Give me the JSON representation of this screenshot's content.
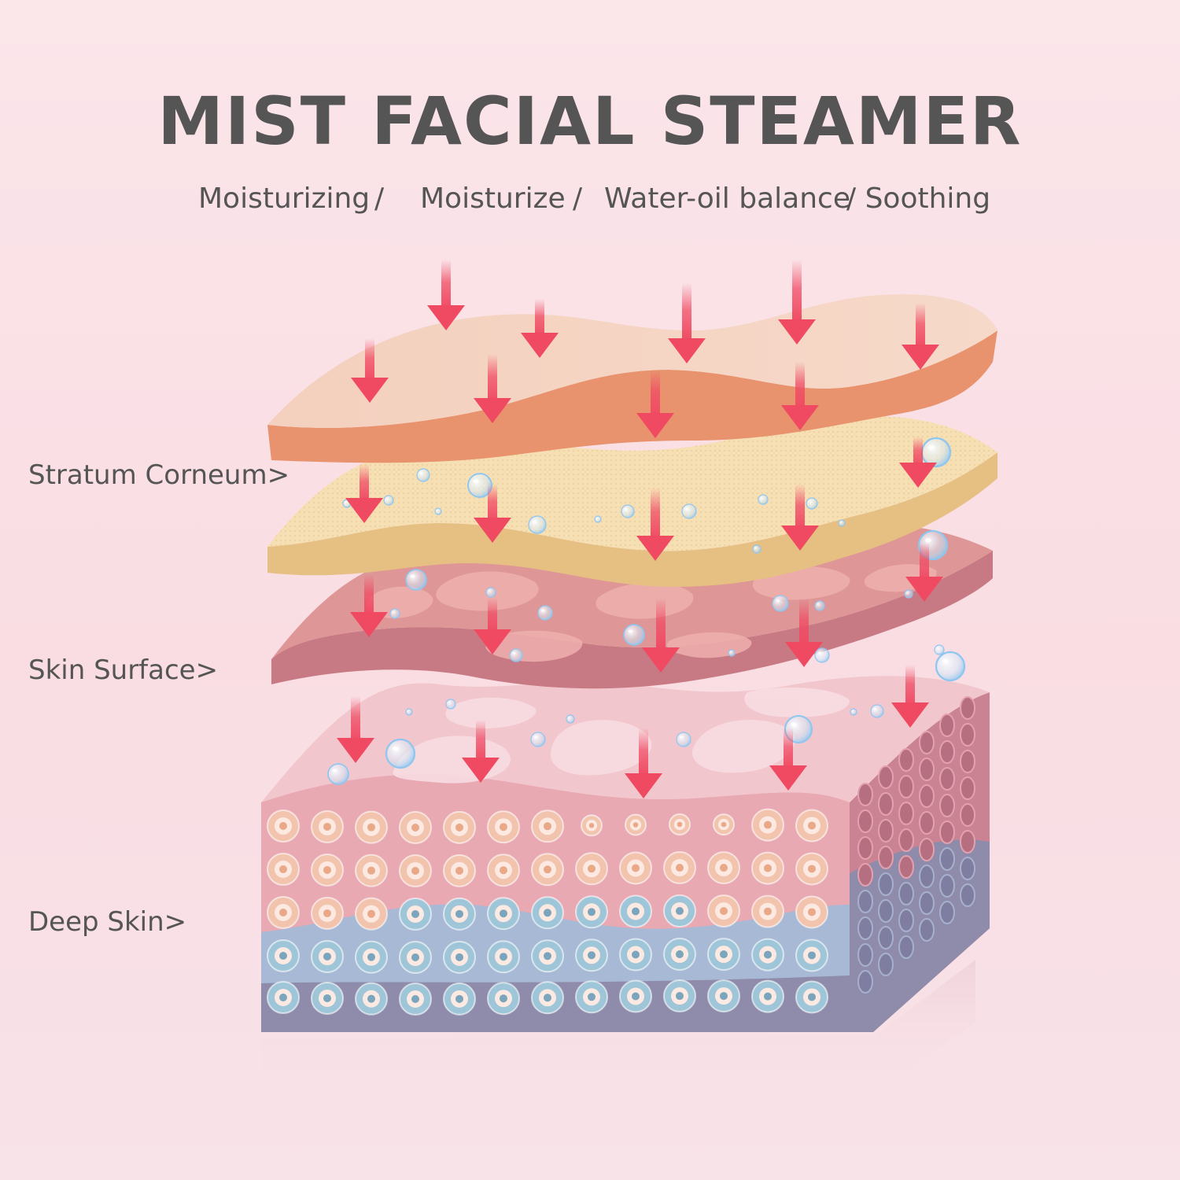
{
  "title": "MIST FACIAL STEAMER",
  "benefits": [
    "Moisturizing",
    "/",
    "Moisturize",
    "/",
    "Water-oil balance",
    "/ Soothing"
  ],
  "layers": {
    "stratum_corneum": "Stratum Corneum>",
    "skin_surface": "Skin Surface>",
    "deep_skin": "Deep Skin>"
  },
  "colors": {
    "arrow": "#f04a63",
    "title": "#555555",
    "top_layer": "#f6d4c4",
    "top_layer_edge": "#e8936e",
    "second_layer": "#f7dfb4",
    "second_layer_edge": "#e6c083",
    "third_layer": "#de9696",
    "block_top": "#f2c6cd",
    "block_side": "#c77f8e",
    "deep_layer": "#8f8cab",
    "bubble": "#a8d3f0"
  },
  "icons": [
    "arrow-down-icon",
    "water-bubble-icon"
  ]
}
